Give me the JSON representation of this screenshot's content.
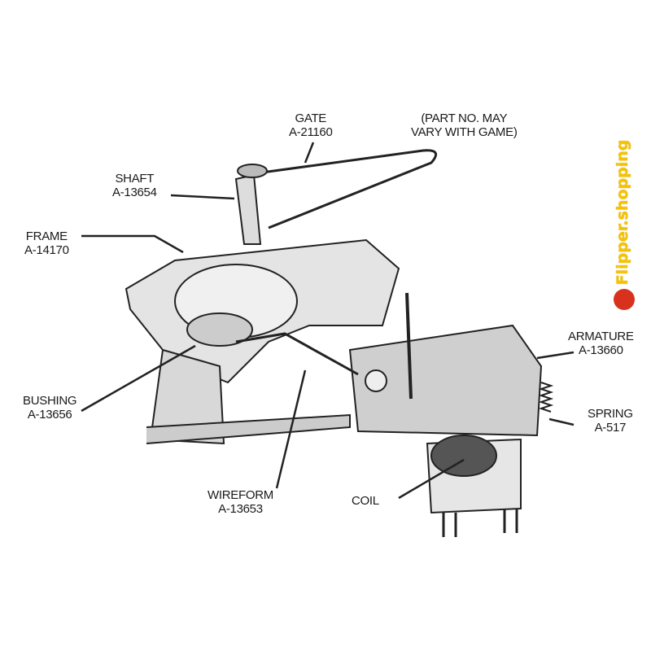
{
  "labels": {
    "gate": {
      "name": "GATE",
      "part": "A-21160"
    },
    "note": {
      "line1": "(PART NO. MAY",
      "line2": "VARY WITH GAME)"
    },
    "shaft": {
      "name": "SHAFT",
      "part": "A-13654"
    },
    "frame": {
      "name": "FRAME",
      "part": "A-14170"
    },
    "bushing": {
      "name": "BUSHING",
      "part": "A-13656"
    },
    "wireform": {
      "name": "WIREFORM",
      "part": "A-13653"
    },
    "coil": {
      "name": "COIL"
    },
    "armature": {
      "name": "ARMATURE",
      "part": "A-13660"
    },
    "spring": {
      "name": "SPRING",
      "part": "A-517"
    }
  },
  "watermark": {
    "text": "Flipper.shopping",
    "color": "#f5c400",
    "dot_color": "#d8321e"
  }
}
